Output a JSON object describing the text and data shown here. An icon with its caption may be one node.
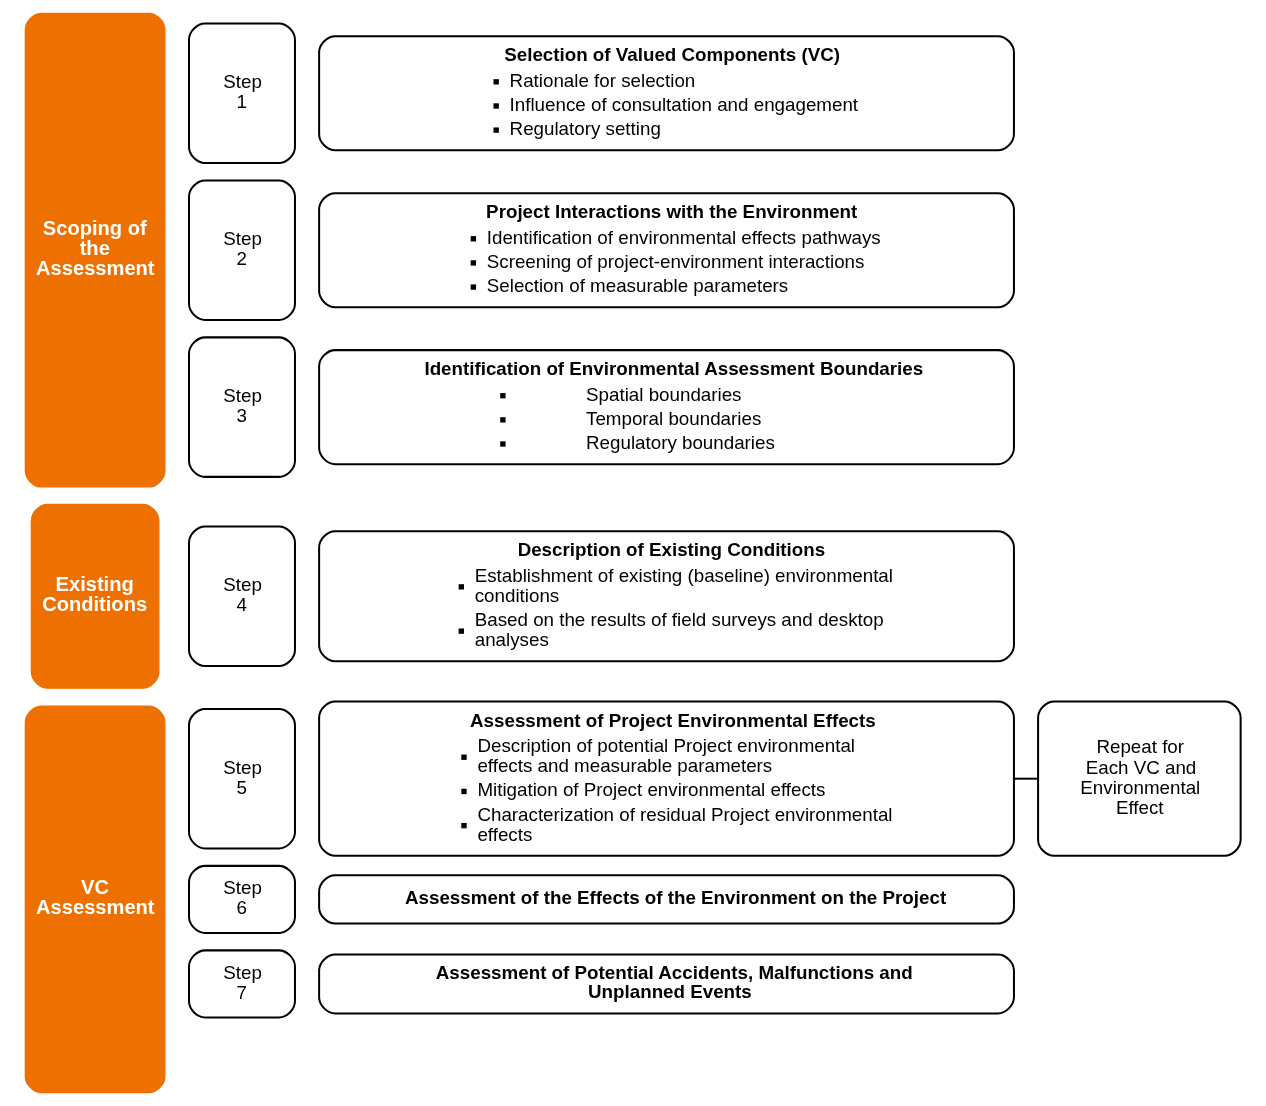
{
  "diagram": {
    "nodes": [
      {
        "text": [
          "Scoping of the Assessment"
        ]
      },
      {
        "text": [
          "Step 1"
        ]
      },
      {
        "text": [
          "Selection of Valued Components (VC)",
          "Rationale for selection",
          "Influence of consultation and engagement",
          "Regulatory setting"
        ]
      },
      {
        "text": [
          "Step 2"
        ]
      },
      {
        "text": [
          "Project Interactions with the Environment",
          "Identification of environmental effects pathways",
          "Screening of project-environment interactions",
          "Selection of measurable parameters"
        ]
      },
      {
        "text": [
          "Step 3"
        ]
      },
      {
        "text": [
          "Identification of Environmental Assessment Boundaries",
          "Spatial boundaries",
          "Temporal boundaries",
          "Regulatory boundaries"
        ]
      },
      {
        "text": [
          "Existing Conditions"
        ]
      },
      {
        "text": [
          "Step 4"
        ]
      },
      {
        "text": [
          "Description of Existing Conditions",
          "Establishment of existing (baseline) environmental conditions",
          "Based on the results of field surveys and desktop analyses"
        ]
      },
      {
        "text": [
          "VC Assessment"
        ]
      },
      {
        "text": [
          "Step 5"
        ]
      },
      {
        "text": [
          "Assessment of Project Environmental Effects",
          "Description of potential Project environmental effects and measurable parameters",
          "Mitigation of Project environmental effects",
          "Characterization of residual Project environmental effects"
        ]
      },
      {
        "text": [
          "Repeat for Each VC and Environmental Effect"
        ]
      },
      {
        "text": [
          "Step 6"
        ]
      },
      {
        "text": [
          "Assessment of the Effects of the Environment on the Project"
        ]
      },
      {
        "text": [
          "Step 7"
        ]
      },
      {
        "text": [
          "Assessment of Potential Accidents, Malfunctions and Unplanned Events"
        ]
      }
    ],
    "edges": [
      {
        "from": 12,
        "to": 13,
        "arrow": "none"
      }
    ]
  }
}
